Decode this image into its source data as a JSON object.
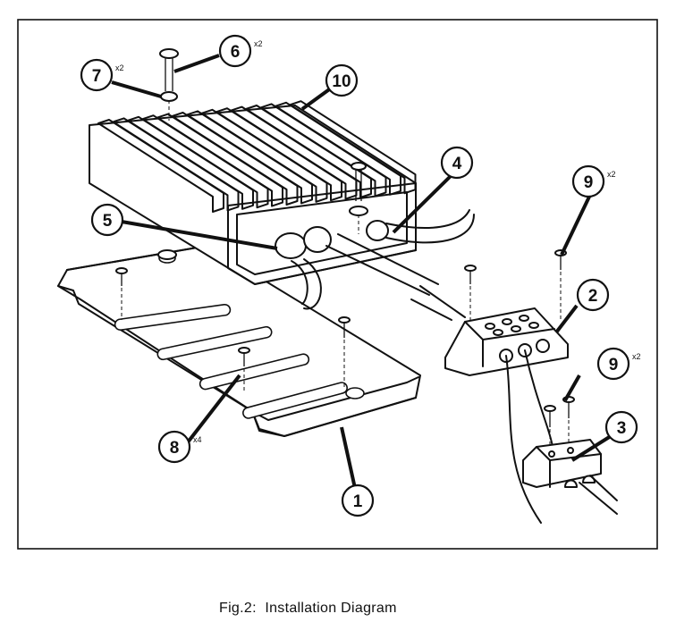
{
  "callouts": [
    {
      "id": "1",
      "qty": ""
    },
    {
      "id": "2",
      "qty": ""
    },
    {
      "id": "3",
      "qty": ""
    },
    {
      "id": "4",
      "qty": ""
    },
    {
      "id": "5",
      "qty": ""
    },
    {
      "id": "6",
      "qty": "x2"
    },
    {
      "id": "7",
      "qty": "x2"
    },
    {
      "id": "8",
      "qty": "x4"
    },
    {
      "id": "9",
      "qty": "x2"
    },
    {
      "id": "9",
      "qty": "x2"
    },
    {
      "id": "10",
      "qty": ""
    }
  ],
  "caption": {
    "label": "Fig.2:",
    "title": "Installation Diagram"
  }
}
